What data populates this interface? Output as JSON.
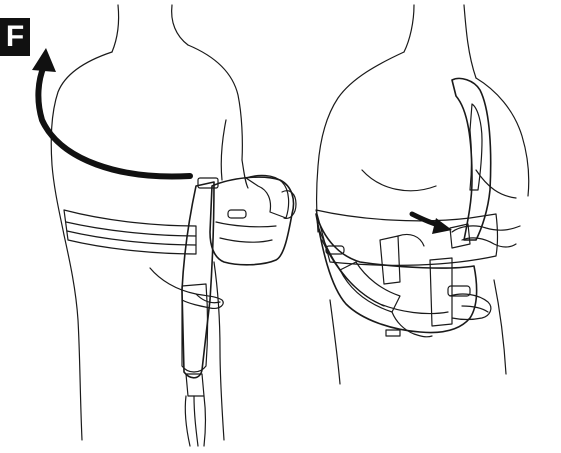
{
  "step_label": "F",
  "colors": {
    "strap": "#8a8a8a",
    "strap_dark": "#6e6e6e",
    "pad": "#d9d9d9",
    "pad_light": "#ececec",
    "outline": "#1a1a1a",
    "arrow": "#111111",
    "skin": "#ffffff"
  },
  "figures": [
    {
      "name": "left-figure",
      "view": "back",
      "action": "shoulder-strap-passed-over-shoulder"
    },
    {
      "name": "right-figure",
      "view": "front",
      "action": "fasten-strap-to-buckle"
    }
  ],
  "icons": [
    "curved-arrow-icon",
    "pointing-arrow-icon"
  ]
}
